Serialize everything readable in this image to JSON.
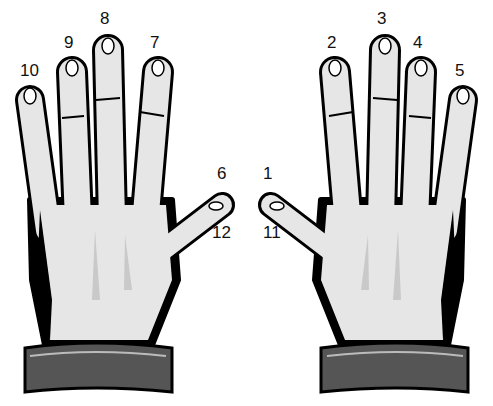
{
  "diagram": {
    "labels": [
      "10",
      "9",
      "8",
      "7",
      "2",
      "3",
      "4",
      "5",
      "6",
      "1",
      "12",
      "11"
    ]
  }
}
